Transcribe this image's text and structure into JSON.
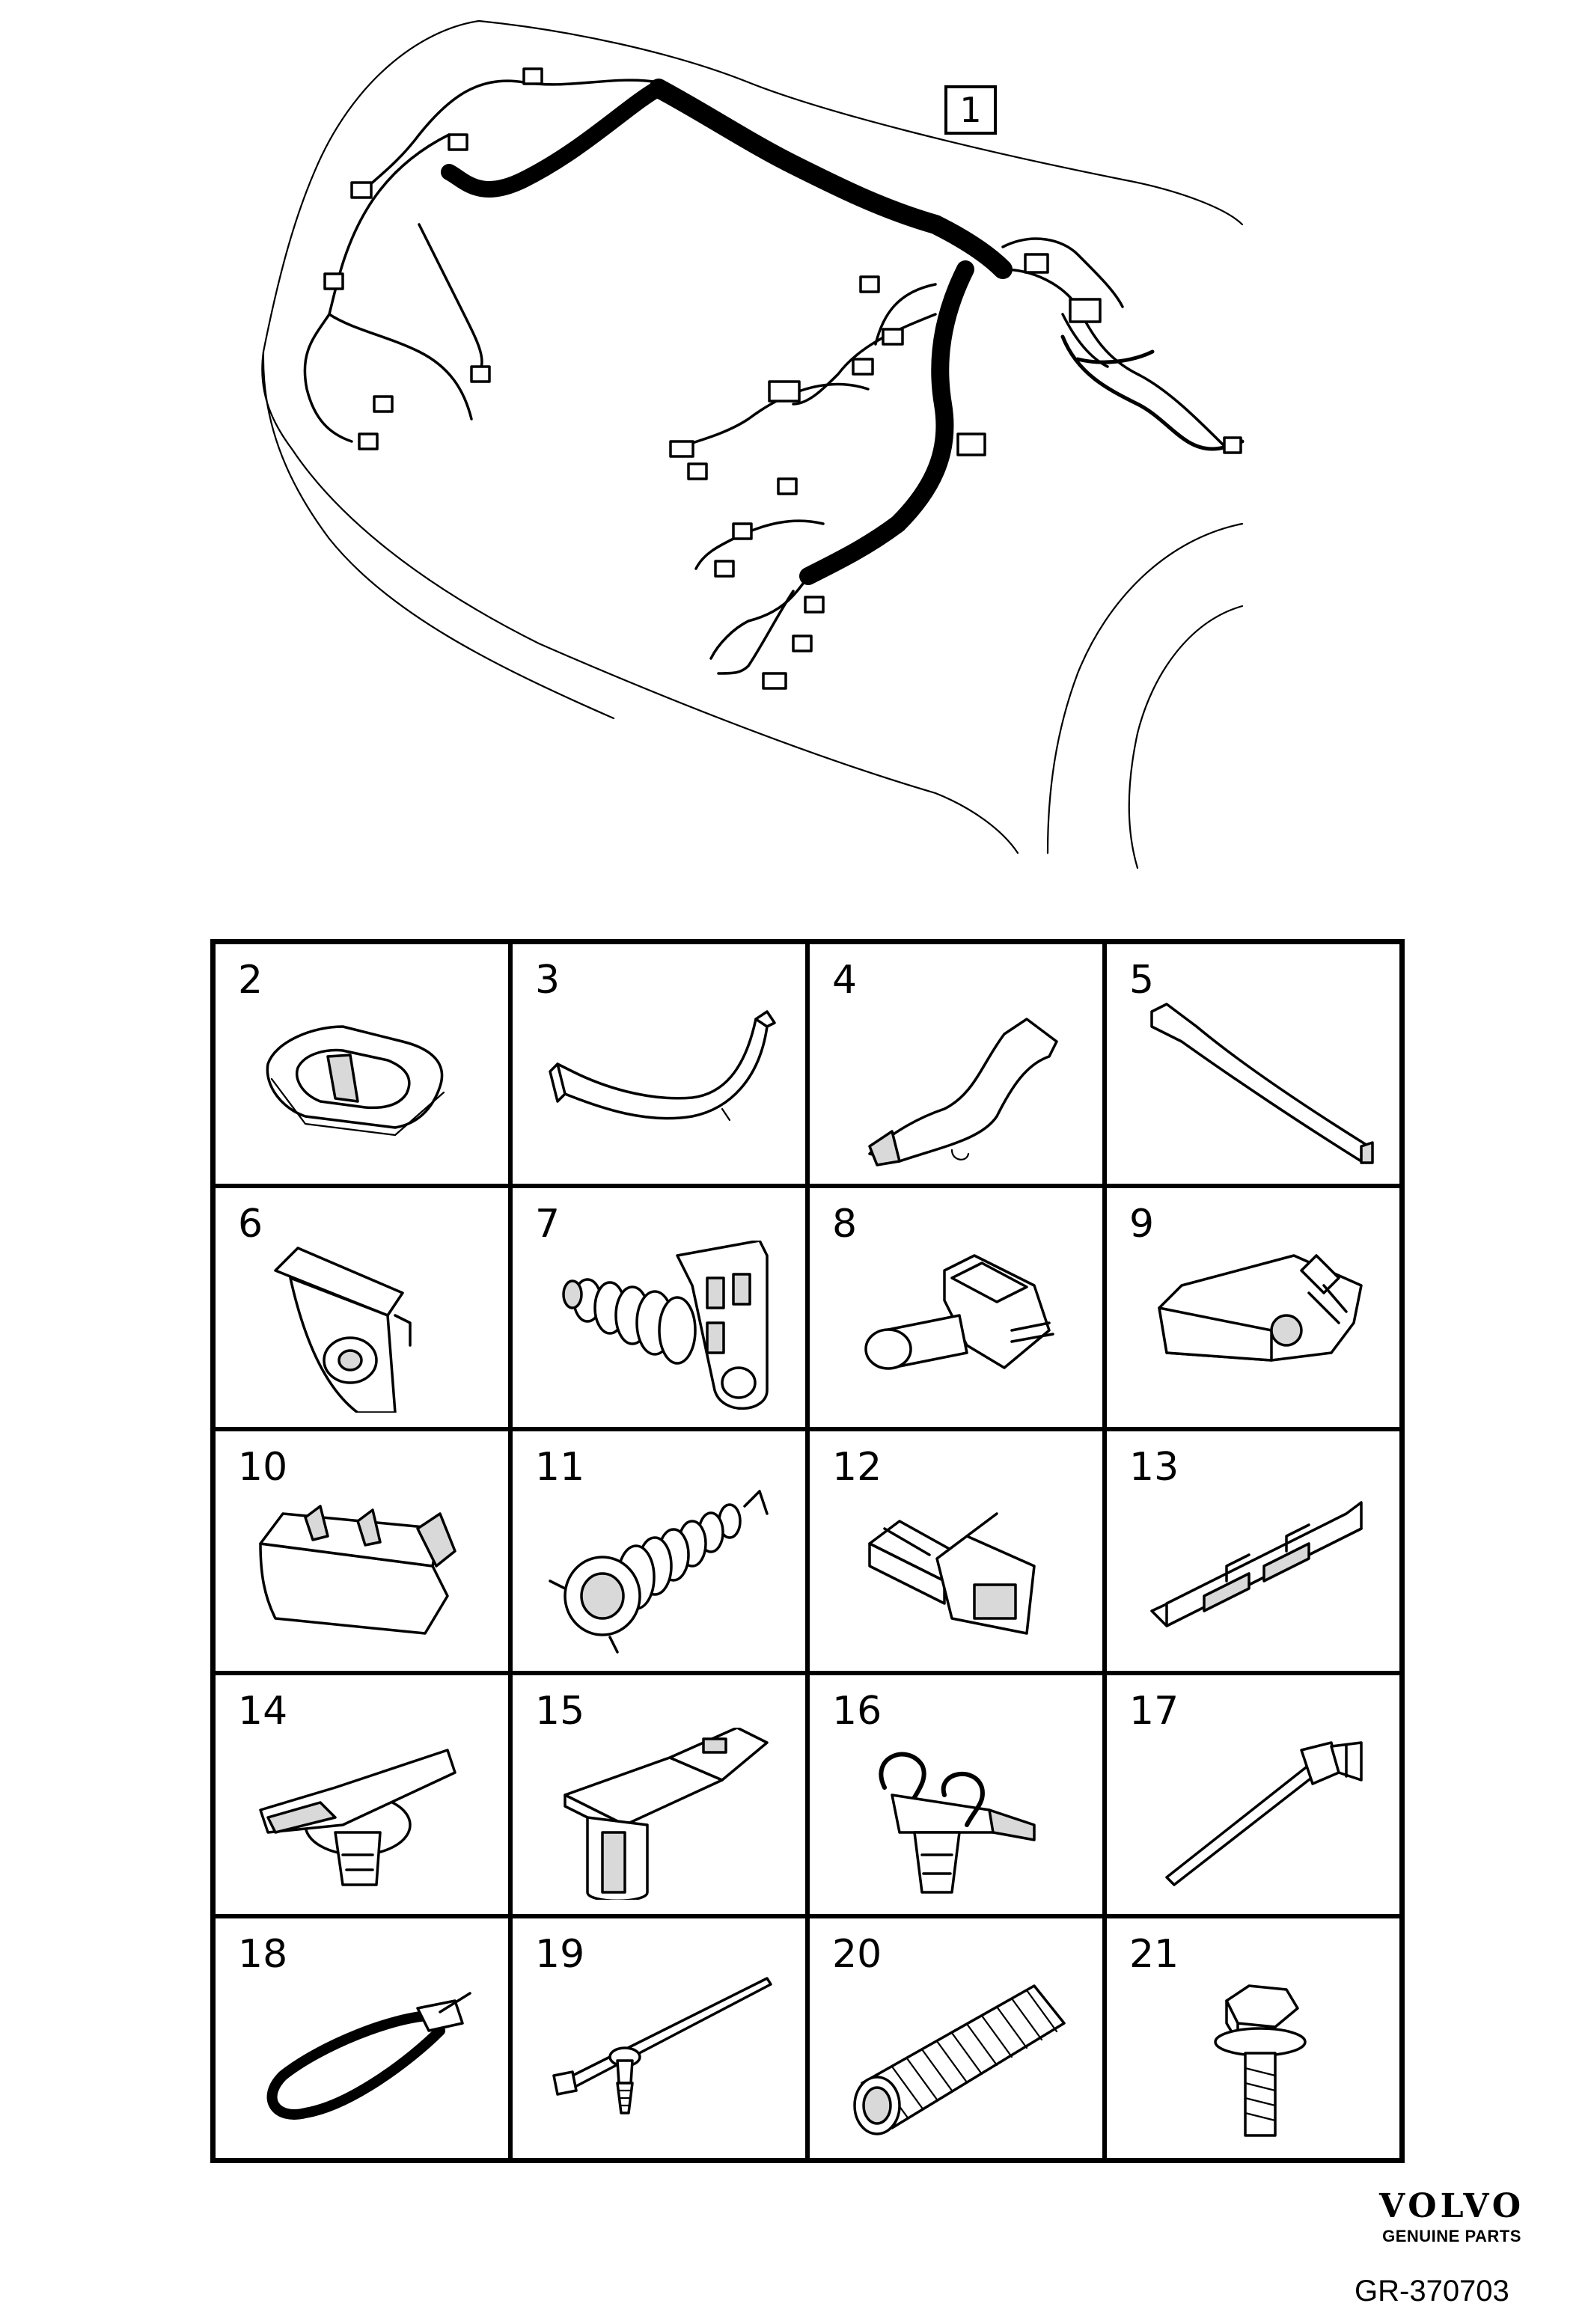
{
  "main_illustration": {
    "callout_number": "1"
  },
  "parts": [
    {
      "number": "2",
      "icon": "grommet-plate-icon"
    },
    {
      "number": "3",
      "icon": "curved-cable-channel-icon"
    },
    {
      "number": "4",
      "icon": "cable-guide-bracket-icon"
    },
    {
      "number": "5",
      "icon": "cable-duct-strip-icon"
    },
    {
      "number": "6",
      "icon": "grommet-bracket-icon"
    },
    {
      "number": "7",
      "icon": "bellows-grommet-holder-icon"
    },
    {
      "number": "8",
      "icon": "connector-housing-icon"
    },
    {
      "number": "9",
      "icon": "connector-cover-icon"
    },
    {
      "number": "10",
      "icon": "clip-cover-icon"
    },
    {
      "number": "11",
      "icon": "corrugated-grommet-icon"
    },
    {
      "number": "12",
      "icon": "connector-clip-icon"
    },
    {
      "number": "13",
      "icon": "cable-holder-rail-icon"
    },
    {
      "number": "14",
      "icon": "push-clip-icon"
    },
    {
      "number": "15",
      "icon": "harness-clip-icon"
    },
    {
      "number": "16",
      "icon": "double-cable-clip-icon"
    },
    {
      "number": "17",
      "icon": "cable-tie-anchor-icon"
    },
    {
      "number": "18",
      "icon": "loop-cable-tie-icon"
    },
    {
      "number": "19",
      "icon": "cable-tie-stud-icon"
    },
    {
      "number": "20",
      "icon": "corrugated-tube-icon"
    },
    {
      "number": "21",
      "icon": "flange-bolt-icon"
    }
  ],
  "logo": {
    "brand": "VOLVO",
    "subtitle": "GENUINE PARTS"
  },
  "reference": "GR-370703"
}
